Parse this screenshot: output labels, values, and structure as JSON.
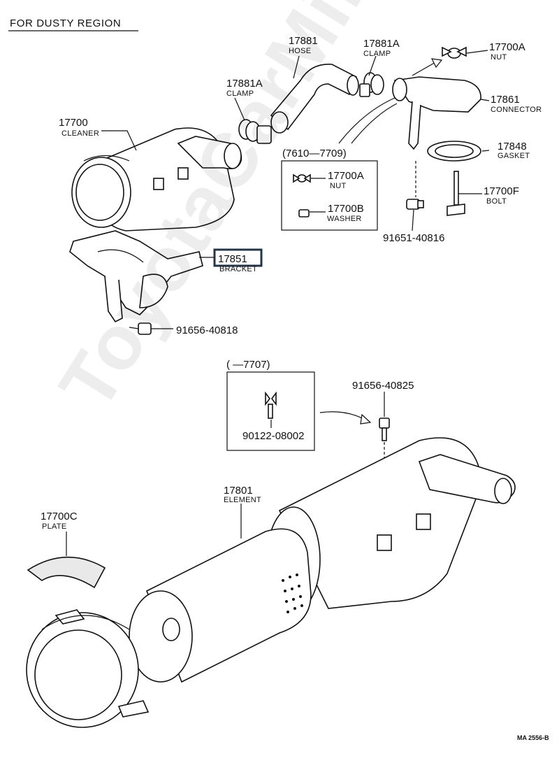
{
  "header": {
    "title": "FOR DUSTY REGION"
  },
  "watermark": "ToyotaCarMiner.ru",
  "callouts": {
    "hose": {
      "num": "17881",
      "name": "HOSE"
    },
    "clamp_top": {
      "num": "17881A",
      "name": "CLAMP"
    },
    "nut_top": {
      "num": "17700A",
      "name": "NUT"
    },
    "clamp_left": {
      "num": "17881A",
      "name": "CLAMP"
    },
    "connector": {
      "num": "17861",
      "name": "CONNECTOR"
    },
    "cleaner": {
      "num": "17700",
      "name": "CLEANER"
    },
    "gasket": {
      "num": "17848",
      "name": "GASKET"
    },
    "nut_box": {
      "num": "17700A",
      "name": "NUT"
    },
    "washer_box": {
      "num": "17700B",
      "name": "WASHER"
    },
    "bolt": {
      "num": "17700F",
      "name": "BOLT"
    },
    "bolt_91651": {
      "num": "91651-40816"
    },
    "bracket": {
      "num": "17851",
      "name": "BRACKET"
    },
    "bolt_91656a": {
      "num": "91656-40818"
    },
    "bolt_91656b": {
      "num": "91656-40825"
    },
    "screw_box": {
      "num": "90122-08002"
    },
    "element": {
      "num": "17801",
      "name": "ELEMENT"
    },
    "plate": {
      "num": "17700C",
      "name": "PLATE"
    }
  },
  "boxes": {
    "upper_range": "(7610—7709)",
    "lower_range": "(        —7707)"
  },
  "footer": {
    "code": "MA 2556-B"
  },
  "colors": {
    "highlight": "#243447",
    "ink": "#111111"
  }
}
